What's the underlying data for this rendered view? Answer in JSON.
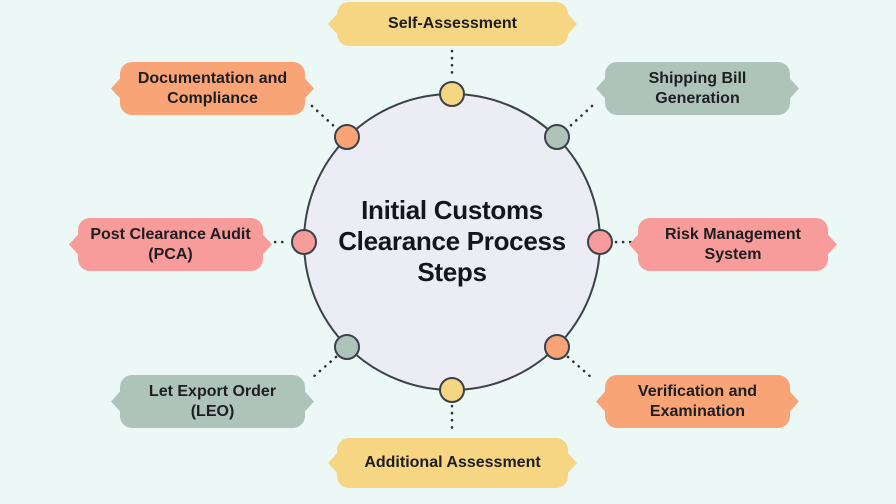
{
  "diagram": {
    "background": "#ebf8f6",
    "connector_color": "#2e3338",
    "center": {
      "title": "Initial Customs\nClearance Process\nSteps",
      "fill": "#ebecf4",
      "border": "#3b4149"
    },
    "nodes": [
      {
        "position": "top",
        "label": "Self-Assessment",
        "color": "#f6d583"
      },
      {
        "position": "top-right",
        "label": "Shipping Bill\nGeneration",
        "color": "#aec4ba"
      },
      {
        "position": "right",
        "label": "Risk Management\nSystem",
        "color": "#f89b9b"
      },
      {
        "position": "bottom-right",
        "label": "Verification and\nExamination",
        "color": "#f8a476"
      },
      {
        "position": "bottom",
        "label": "Additional Assessment",
        "color": "#f6d583"
      },
      {
        "position": "bottom-left",
        "label": "Let Export Order\n(LEO)",
        "color": "#aec4ba"
      },
      {
        "position": "left",
        "label": "Post Clearance Audit\n(PCA)",
        "color": "#f89b9b"
      },
      {
        "position": "top-left",
        "label": "Documentation and\nCompliance",
        "color": "#f8a476"
      }
    ]
  }
}
